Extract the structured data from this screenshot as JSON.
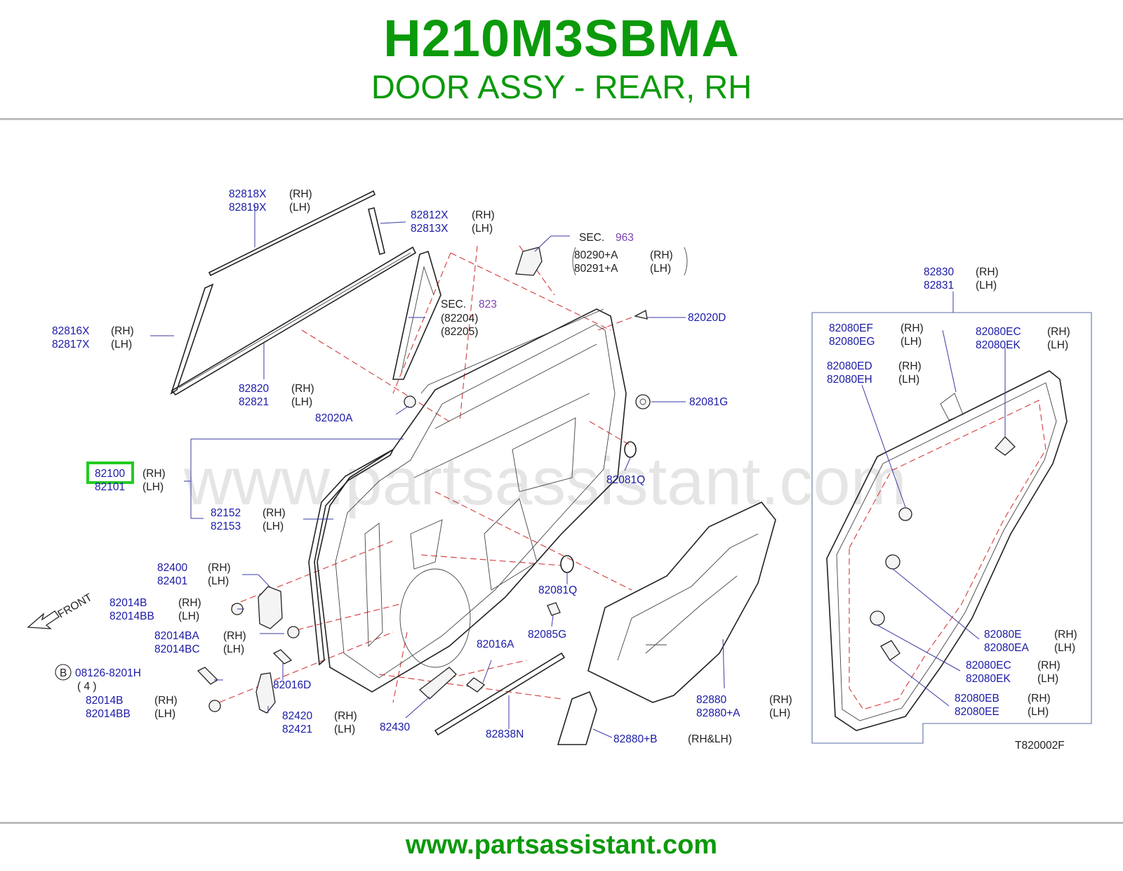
{
  "header": {
    "code": "H210M3SBMA",
    "title": "DOOR ASSY - REAR, RH"
  },
  "watermark": "www.partsassistant.com",
  "footer": {
    "url": "www.partsassistant.com"
  },
  "diagram_code": "T820002F",
  "front_label": "FRONT",
  "sec_963": {
    "sec": "SEC.",
    "num": "963",
    "p1": "80290+A",
    "s1": "(RH)",
    "p2": "80291+A",
    "s2": "(LH)"
  },
  "sec_823": {
    "sec": "SEC.",
    "num": "823",
    "p1": "(82204)",
    "p2": "(82205)"
  },
  "callouts": [
    {
      "p1": "82818X",
      "s1": "(RH)",
      "p2": "82819X",
      "s2": "(LH)"
    },
    {
      "p1": "82812X",
      "s1": "(RH)",
      "p2": "82813X",
      "s2": "(LH)"
    },
    {
      "p1": "82816X",
      "s1": "(RH)",
      "p2": "82817X",
      "s2": "(LH)"
    },
    {
      "p1": "82820",
      "s1": "(RH)",
      "p2": "82821",
      "s2": "(LH)"
    },
    {
      "p1": "82100",
      "s1": "(RH)",
      "p2": "82101",
      "s2": "(LH)"
    },
    {
      "p1": "82152",
      "s1": "(RH)",
      "p2": "82153",
      "s2": "(LH)"
    },
    {
      "p1": "82400",
      "s1": "(RH)",
      "p2": "82401",
      "s2": "(LH)"
    },
    {
      "p1": "82014B",
      "s1": "(RH)",
      "p2": "82014BB",
      "s2": "(LH)"
    },
    {
      "p1": "82014BA",
      "s1": "(RH)",
      "p2": "82014BC",
      "s2": "(LH)"
    },
    {
      "p1": "82014B",
      "s1": "(RH)",
      "p2": "82014BB",
      "s2": "(LH)"
    },
    {
      "p1": "82420",
      "s1": "(RH)",
      "p2": "82421",
      "s2": "(LH)"
    },
    {
      "p1": "82880",
      "s1": "(RH)",
      "p2": "82880+A",
      "s2": "(LH)"
    },
    {
      "p1": "82830",
      "s1": "(RH)",
      "p2": "82831",
      "s2": "(LH)"
    },
    {
      "p1": "82080EF",
      "s1": "(RH)",
      "p2": "82080EG",
      "s2": "(LH)"
    },
    {
      "p1": "82080EC",
      "s1": "(RH)",
      "p2": "82080EK",
      "s2": "(LH)"
    },
    {
      "p1": "82080ED",
      "s1": "(RH)",
      "p2": "82080EH",
      "s2": "(LH)"
    },
    {
      "p1": "82080E",
      "s1": "(RH)",
      "p2": "82080EA",
      "s2": "(LH)"
    },
    {
      "p1": "82080EC",
      "s1": "(RH)",
      "p2": "82080EK",
      "s2": "(LH)"
    },
    {
      "p1": "82080EB",
      "s1": "(RH)",
      "p2": "82080EE",
      "s2": "(LH)"
    }
  ],
  "singles": {
    "p20020D": "82020D",
    "p81G": "82081G",
    "p20A": "82020A",
    "p81Q1": "82081Q",
    "p81Q2": "82081Q",
    "p85G": "82085G",
    "p16A": "82016A",
    "p16D": "82016D",
    "p430": "82430",
    "p838N": "82838N",
    "p880B": "82880+B",
    "p880B_side": "(RH&LH)"
  },
  "bolt": {
    "badge": "B",
    "part": "08126-8201H",
    "qty": "( 4 )"
  },
  "highlight_color": "#22cc22"
}
